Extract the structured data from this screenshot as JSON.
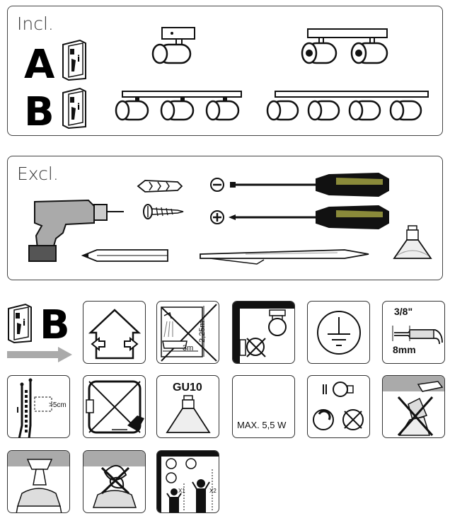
{
  "incl": {
    "title": "Incl.",
    "variants": [
      "A",
      "B"
    ],
    "variant_icons": [
      "booklet-a-icon",
      "booklet-b-icon"
    ]
  },
  "excl": {
    "title": "Excl.",
    "tools": [
      "drill-icon",
      "wall-plug-icon",
      "screw-icon",
      "flat-screwdriver-icon",
      "phillips-screwdriver-icon",
      "pencil-icon",
      "pen-icon",
      "gu10-bulb-icon"
    ]
  },
  "section_b": {
    "letter": "B",
    "wire_strip": {
      "top": "3/8\"",
      "bottom": "8mm"
    },
    "bathroom": {
      "height": "2,25m",
      "width": "3m"
    },
    "cable_gap": ">5cm",
    "bulb_type": "GU10",
    "max_power": "MAX. 5,5 W",
    "person_marks": [
      "X1",
      "X2"
    ]
  },
  "colors": {
    "border": "#444444",
    "accent_grey": "#999999",
    "handle": "#111111"
  }
}
